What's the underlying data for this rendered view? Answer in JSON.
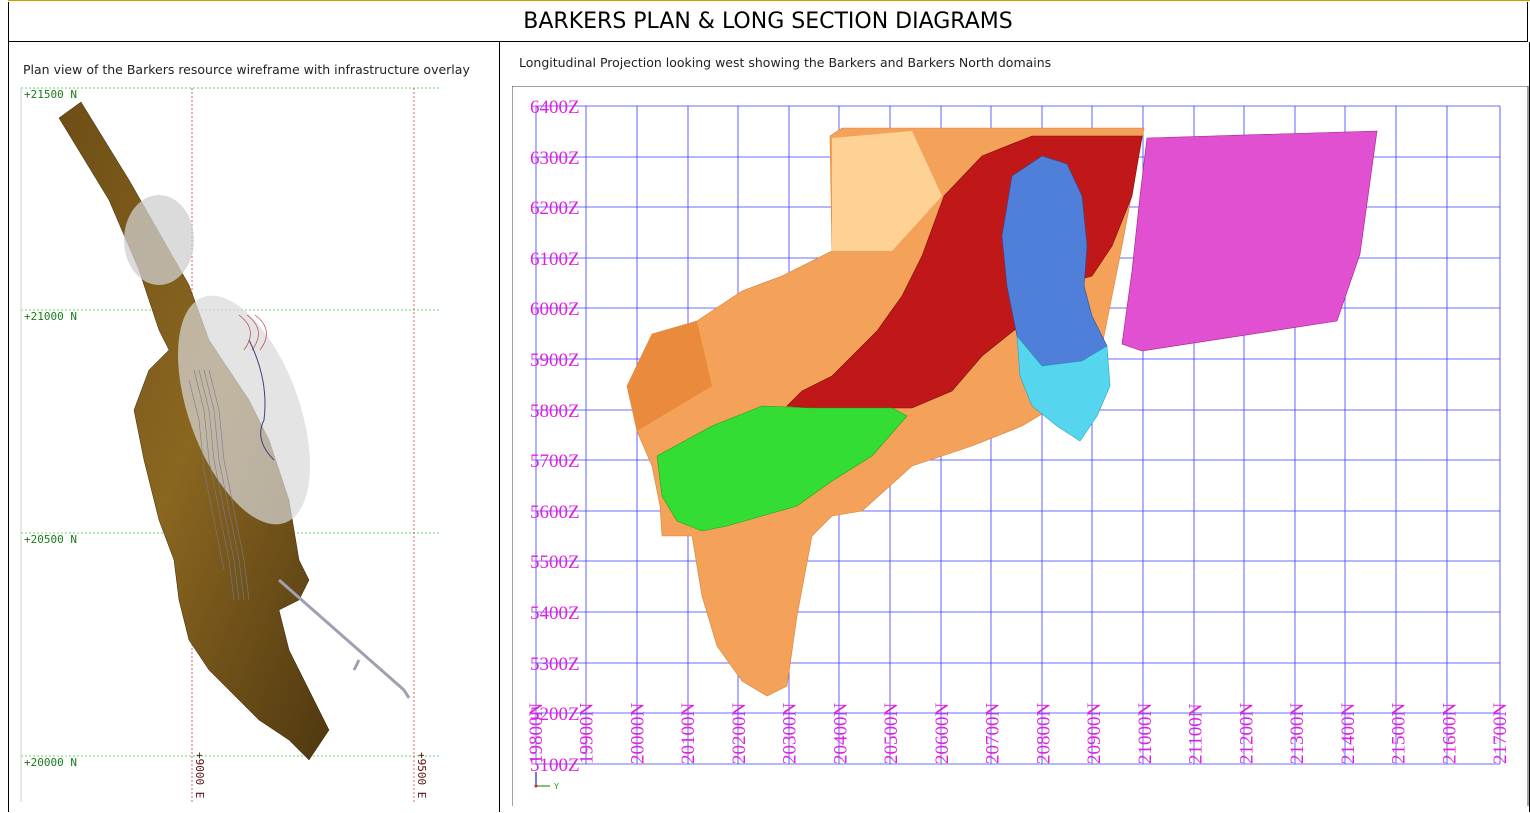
{
  "header": {
    "title": "BARKERS PLAN & LONG SECTION DIAGRAMS"
  },
  "plan": {
    "caption": "Plan view of the Barkers resource wireframe with infrastructure overlay",
    "northings": [
      "+21500 N",
      "+21000 N",
      "+20500 N",
      "+20000 N"
    ],
    "eastings": [
      "+9000 E",
      "+9500 E"
    ]
  },
  "section": {
    "caption": "Longitudinal Projection looking west showing the Barkers and Barkers North domains",
    "z_labels": [
      "6400Z",
      "6300Z",
      "6200Z",
      "6100Z",
      "6000Z",
      "5900Z",
      "5800Z",
      "5700Z",
      "5600Z",
      "5500Z",
      "5400Z",
      "5300Z",
      "5200Z",
      "5100Z"
    ],
    "n_labels": [
      "19800N",
      "19900N",
      "20000N",
      "20100N",
      "20200N",
      "20300N",
      "20400N",
      "20500N",
      "20600N",
      "20700N",
      "20800N",
      "20900N",
      "21000N",
      "21100N",
      "21200N",
      "21300N",
      "21400N",
      "21500N",
      "21600N",
      "21700N"
    ],
    "axis_y_label": "Y"
  }
}
